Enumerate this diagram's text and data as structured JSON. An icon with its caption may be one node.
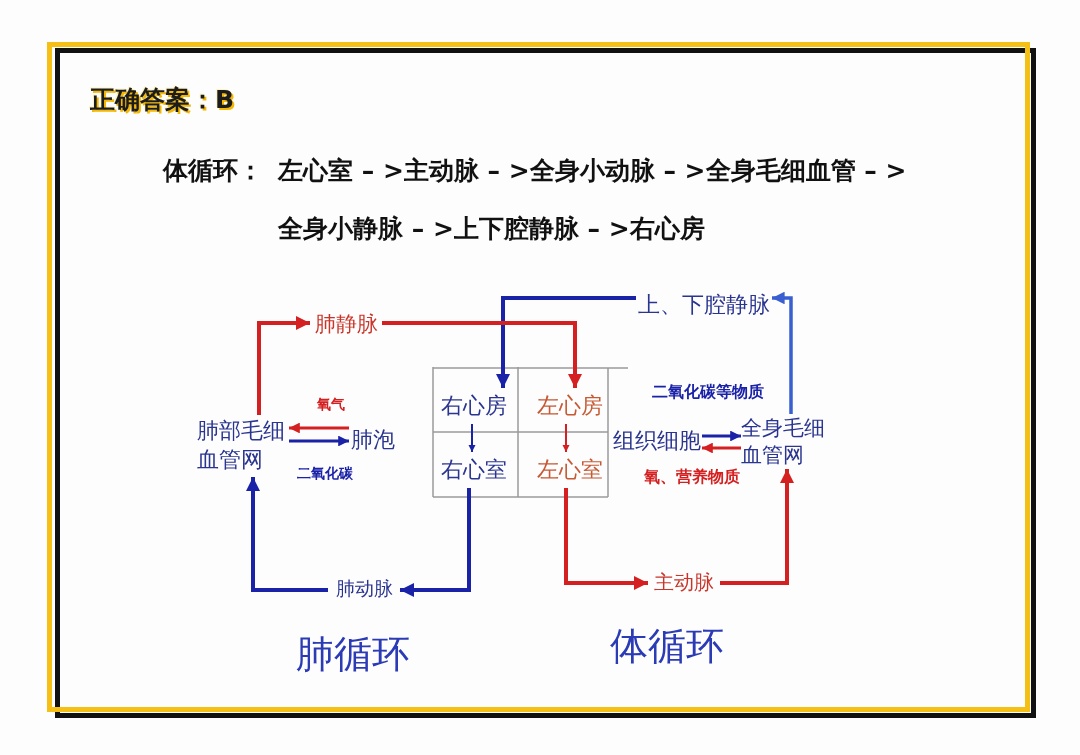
{
  "diagram": {
    "title": "正确答案：B",
    "nodes": [
      {
        "text": [
          "上、下腔静脉"
        ]
      },
      {
        "text": [
          "肺静脉"
        ]
      },
      {
        "text": [
          "右心房"
        ]
      },
      {
        "text": [
          "左心房"
        ]
      },
      {
        "text": [
          "肺部毛细血管网"
        ]
      },
      {
        "text": [
          "肺泡"
        ]
      },
      {
        "text": [
          "组织细胞"
        ]
      },
      {
        "text": [
          "全身毛细血管网"
        ]
      },
      {
        "text": [
          "右心室"
        ]
      },
      {
        "text": [
          "左心室"
        ]
      },
      {
        "text": [
          "肺动脉"
        ]
      },
      {
        "text": [
          "主动脉"
        ]
      }
    ],
    "edges": [
      {
        "from": 0,
        "to": 2,
        "arrow": "to",
        "color": "#1a22a8"
      },
      {
        "from": 1,
        "to": 3,
        "arrow": "to",
        "color": "#d42020"
      },
      {
        "from": 4,
        "to": 1,
        "arrow": "to",
        "color": "#d42020"
      },
      {
        "from": 2,
        "to": 8,
        "arrow": "to",
        "color": "#1a22a8"
      },
      {
        "from": 3,
        "to": 9,
        "arrow": "to",
        "color": "#d42020"
      },
      {
        "from": 8,
        "to": 10,
        "arrow": "to",
        "color": "#1a22a8"
      },
      {
        "from": 9,
        "to": 11,
        "arrow": "to",
        "color": "#d42020"
      },
      {
        "from": 10,
        "to": 4,
        "arrow": "to",
        "color": "#1a22a8"
      },
      {
        "from": 11,
        "to": 7,
        "arrow": "to",
        "color": "#d42020"
      },
      {
        "from": 7,
        "to": 0,
        "arrow": "to",
        "color": "#3a5fd0"
      },
      {
        "from": 5,
        "to": 4,
        "arrow": "to",
        "label": "氧气",
        "color": "#d42020"
      },
      {
        "from": 4,
        "to": 5,
        "arrow": "to",
        "label": "二氧化碳",
        "color": "#1a22a8"
      },
      {
        "from": 6,
        "to": 7,
        "arrow": "to",
        "label": "二氧化碳等物质",
        "color": "#1a22a8"
      },
      {
        "from": 7,
        "to": 6,
        "arrow": "to",
        "label": "氧、营养物质",
        "color": "#d42020"
      }
    ],
    "labels": [
      "体循环：",
      "左心室 – >主动脉 – >全身小动脉 – >全身毛细血管 – >全身小静脉 – >上下腔静脉 – >右心房",
      "肺循环",
      "体循环"
    ]
  }
}
